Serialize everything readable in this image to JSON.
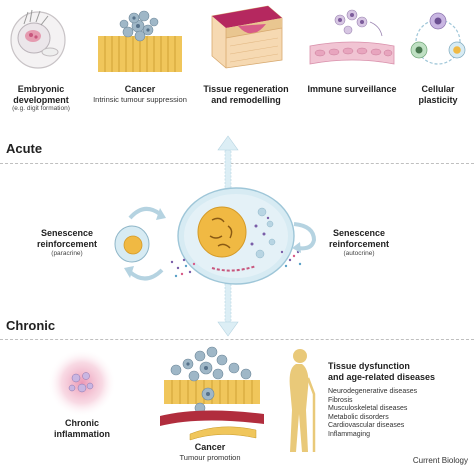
{
  "top_items": [
    {
      "title": "Embryonic\ndevelopment",
      "subtitle": "(e.g. digit formation)"
    },
    {
      "title": "Cancer",
      "subtitle": "Intrinsic tumour suppression"
    },
    {
      "title": "Tissue regeneration\nand remodelling",
      "subtitle": ""
    },
    {
      "title": "Immune surveillance",
      "subtitle": ""
    },
    {
      "title": "Cellular\nplasticity",
      "subtitle": ""
    }
  ],
  "sections": {
    "acute": "Acute",
    "chronic": "Chronic"
  },
  "middle": {
    "left_title": "Senescence\nreinforcement",
    "left_sub": "(paracrine)",
    "right_title": "Senescence\nreinforcement",
    "right_sub": "(autocrine)"
  },
  "bottom": {
    "inflammation_title": "Chronic\ninflammation",
    "cancer_title": "Cancer",
    "cancer_sub": "Tumour promotion",
    "tissue_title": "Tissue dysfunction\nand age-related diseases",
    "diseases": [
      "Neurodegenerative diseases",
      "Fibrosis",
      "Musculoskeletal diseases",
      "Metabolic disorders",
      "Cardiovascular diseases",
      "Inflammaging"
    ]
  },
  "credit": "Current Biology",
  "colors": {
    "cell_blue": "#cfe3ee",
    "nucleus": "#f0b943",
    "tissue_pink": "#d86f9a",
    "figure_gold": "#e9c979"
  }
}
